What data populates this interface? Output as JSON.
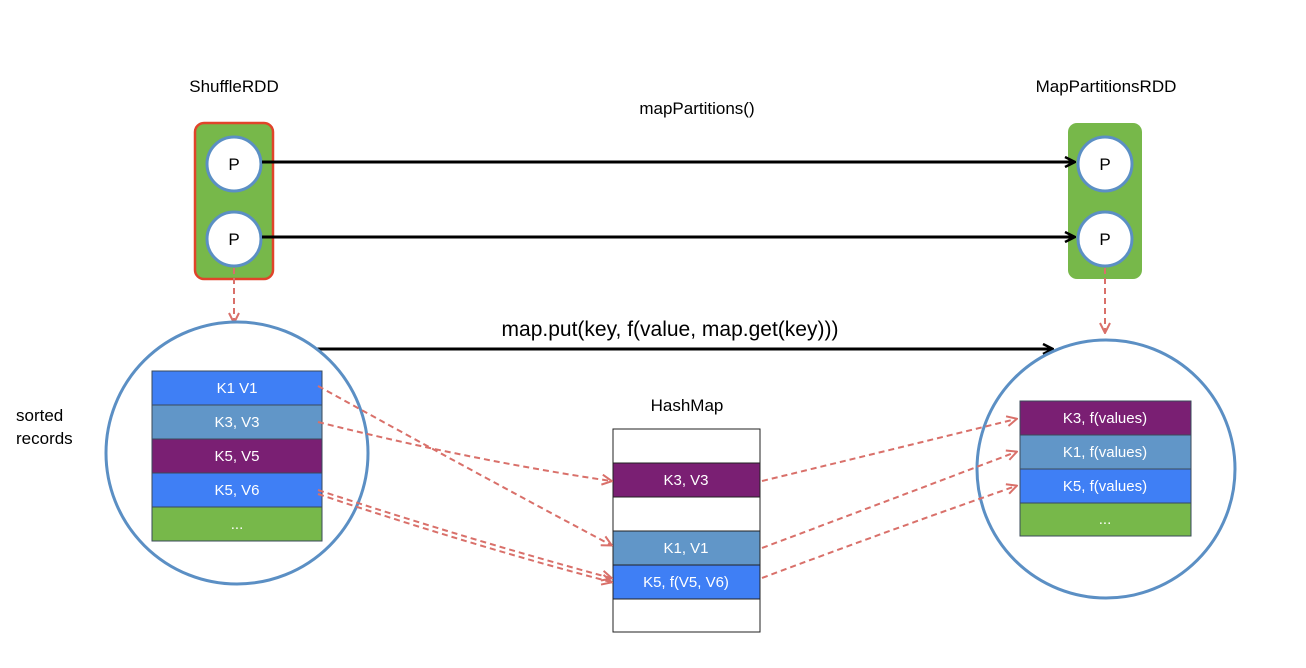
{
  "labels": {
    "shuffle_rdd": "ShuffleRDD",
    "map_partitions_rdd": "MapPartitionsRDD",
    "map_partitions_call": "mapPartitions()",
    "map_put": "map.put(key, f(value, map.get(key)))",
    "hashmap": "HashMap",
    "sorted_records_line1": "sorted",
    "sorted_records_line2": "records"
  },
  "partition_label": "P",
  "sorted_records": [
    "K1 V1",
    "K3, V3",
    "K5, V5",
    "K5, V6",
    "..."
  ],
  "hashmap_entries": [
    "",
    "K3, V3",
    "",
    "K1, V1",
    "K5, f(V5, V6)",
    ""
  ],
  "result_records": [
    "K3, f(values)",
    "K1, f(values)",
    "K5, f(values)",
    "..."
  ],
  "colors": {
    "rdd_fill": "#77b84a",
    "shuffle_border": "#e0442a",
    "circle_border": "#5b8fc4",
    "dashed_arrow": "#d9706a",
    "bright_blue": "#3f7ff5",
    "steel_blue": "#6196c8",
    "purple": "#7a1f73",
    "green": "#77b84a"
  }
}
